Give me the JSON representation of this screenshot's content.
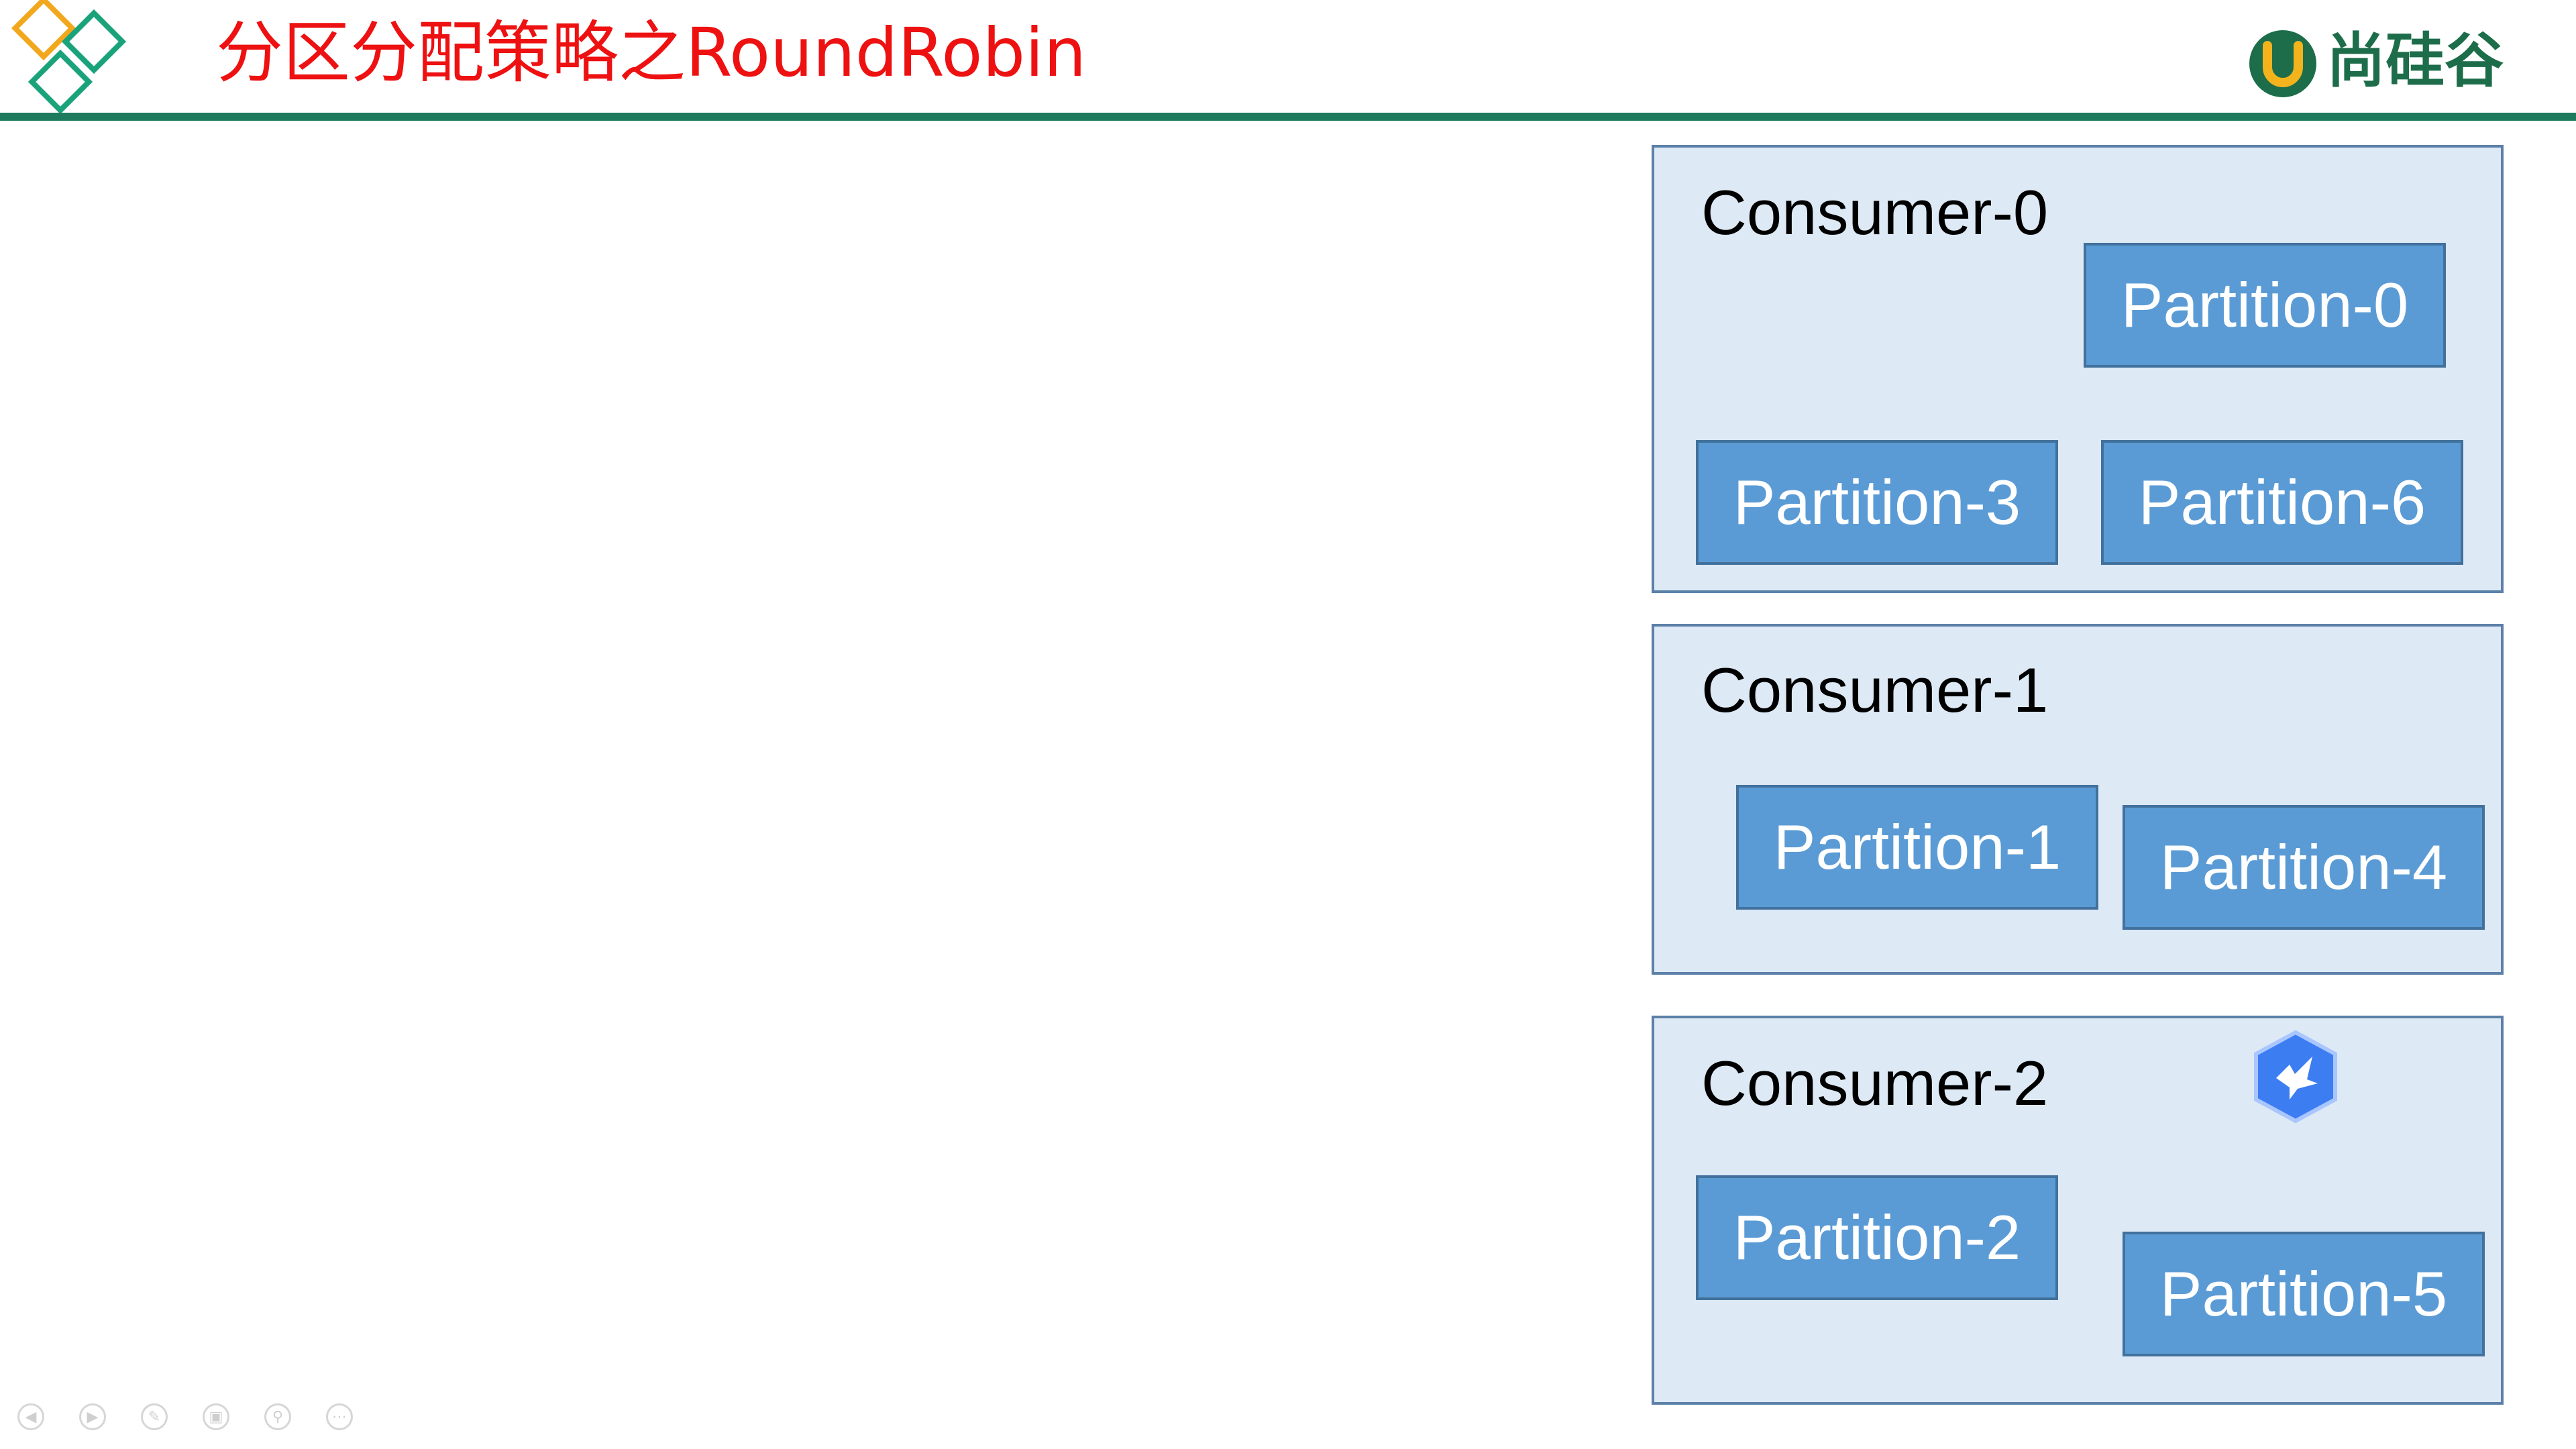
{
  "slide": {
    "title": "分区分配策略之RoundRobin",
    "brand_name": "尚硅谷",
    "accent_title": "#ee1111",
    "accent_rule": "#1d7a5c"
  },
  "consumers": [
    {
      "label": "Consumer-0",
      "partitions": [
        "Partition-0",
        "Partition-3",
        "Partition-6"
      ]
    },
    {
      "label": "Consumer-1",
      "partitions": [
        "Partition-1",
        "Partition-4"
      ]
    },
    {
      "label": "Consumer-2",
      "partitions": [
        "Partition-2",
        "Partition-5"
      ]
    }
  ],
  "colors": {
    "consumer_fill": "#dde9f5",
    "consumer_border": "#5c80a8",
    "partition_fill": "#5b9bd5",
    "partition_border": "#41719c"
  },
  "icons": {
    "header_logo": "diamond-logo-icon",
    "brand_mark": "u-brand-icon",
    "overlay_badge": "bird-badge-icon",
    "toolbar": [
      "prev-icon",
      "next-icon",
      "pen-icon",
      "slides-icon",
      "zoom-icon",
      "more-icon"
    ]
  }
}
